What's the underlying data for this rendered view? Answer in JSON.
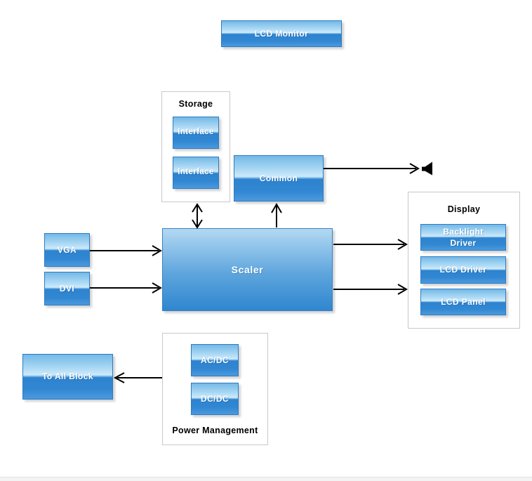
{
  "diagram": {
    "blocks": {
      "lcd_monitor": "LCD Monitor",
      "interface_1": "Interface",
      "interface_2": "Interface",
      "common": "Common",
      "vga": "VGA",
      "dvi": "DVI",
      "scaler": "Scaler",
      "backlight_driver": "Backlight Driver",
      "lcd_driver": "LCD Driver",
      "lcd_panel": "LCD Panel",
      "ac_dc": "AC/DC",
      "dc_dc": "DC/DC",
      "to_all_block": "To All Block"
    },
    "groups": {
      "storage": "Storage",
      "display": "Display",
      "power_management": "Power Management"
    },
    "icons": {
      "speaker": "speaker-icon"
    },
    "connections": [
      {
        "from": "VGA",
        "to": "Scaler",
        "type": "arrow"
      },
      {
        "from": "DVI",
        "to": "Scaler",
        "type": "arrow"
      },
      {
        "from": "Storage",
        "to": "Scaler",
        "type": "double-arrow"
      },
      {
        "from": "Scaler",
        "to": "Common",
        "type": "arrow"
      },
      {
        "from": "Common",
        "to": "speaker-icon",
        "type": "arrow"
      },
      {
        "from": "Scaler",
        "to": "Display",
        "type": "arrow"
      },
      {
        "from": "Scaler",
        "to": "Display",
        "type": "arrow"
      },
      {
        "from": "Power Management",
        "to": "To All Block",
        "type": "arrow"
      }
    ],
    "colors": {
      "block_gradient_top": "#74b9e7",
      "block_gradient_light": "#cdeafb",
      "block_gradient_bottom": "#2d83cf",
      "block_border": "#2e7bbf",
      "scaler_gradient_top": "#b3d9f2",
      "scaler_gradient_bottom": "#2f86cf",
      "group_border": "#c9c9c9",
      "arrow": "#000000",
      "background": "#ffffff",
      "footer_band": "#f3f3f3"
    }
  }
}
